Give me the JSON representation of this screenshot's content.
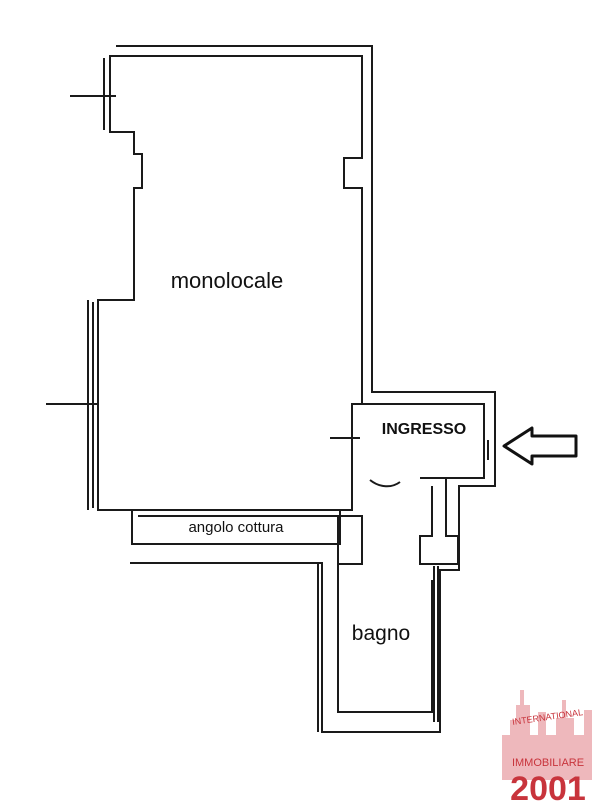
{
  "rooms": {
    "main": "monolocale",
    "kitchen": "angolo cottura",
    "entrance": "INGRESSO",
    "bathroom": "bagno"
  },
  "logo": {
    "top_text": "INTERNATIONAL",
    "middle_text": "IMMOBILIARE",
    "number": "2001",
    "brand_color": "#c8343c"
  },
  "icons": {
    "entrance_arrow": "arrow-left-icon"
  }
}
